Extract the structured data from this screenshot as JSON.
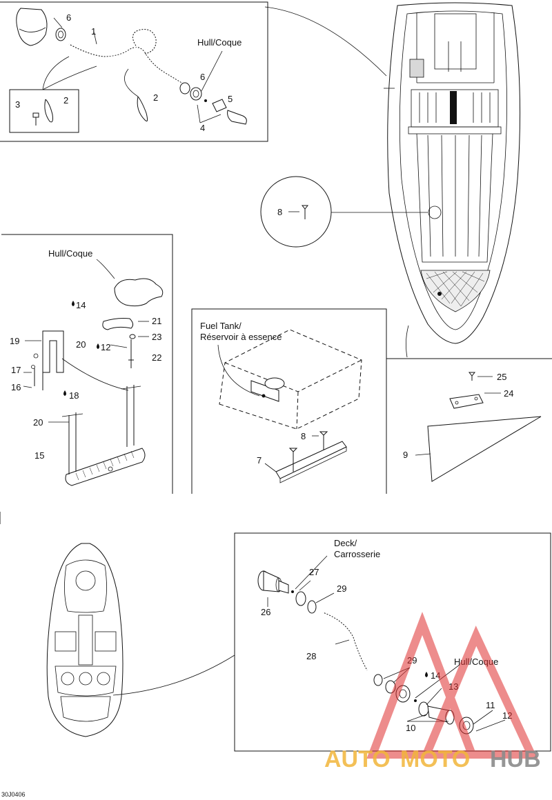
{
  "callouts": {
    "hose_panel": {
      "hull": "Hull/Coque",
      "n6a": "6",
      "n1": "1",
      "n3": "3",
      "n2a": "2",
      "n2b": "2",
      "n6b": "6",
      "n5": "5",
      "n4": "4"
    },
    "detail_circle": {
      "n8": "8"
    },
    "hull_panel": {
      "hull": "Hull/Coque",
      "n14": "14",
      "n21": "21",
      "n19": "19",
      "n20a": "20",
      "n12": "12",
      "n23": "23",
      "n22": "22",
      "n17": "17",
      "n16": "16",
      "n18": "18",
      "n20b": "20",
      "n15": "15"
    },
    "tank_panel": {
      "title_line1": "Fuel Tank/",
      "title_line2": "Réservoir à essence",
      "n8": "8",
      "n7": "7"
    },
    "plate_panel": {
      "n25": "25",
      "n24": "24",
      "n9": "9"
    },
    "deck_panel": {
      "deck_line1": "Deck/",
      "deck_line2": "Carrosserie",
      "n27": "27",
      "n29a": "29",
      "n26": "26",
      "n28": "28",
      "n29b": "29",
      "hull": "Hull/Coque",
      "n14": "14",
      "n13": "13",
      "n11": "11",
      "n12": "12",
      "n10": "10"
    },
    "figure_code": "30J0406"
  },
  "watermark": {
    "part1": "AUTO",
    "part2": "MOTO",
    "part3": "HUB",
    "colors": {
      "orange": "#f2b63a",
      "gray": "#8b8b8b",
      "red": "#e03030"
    }
  },
  "icons": [
    "oil-drop-icon",
    "triangle-logo-icon"
  ]
}
